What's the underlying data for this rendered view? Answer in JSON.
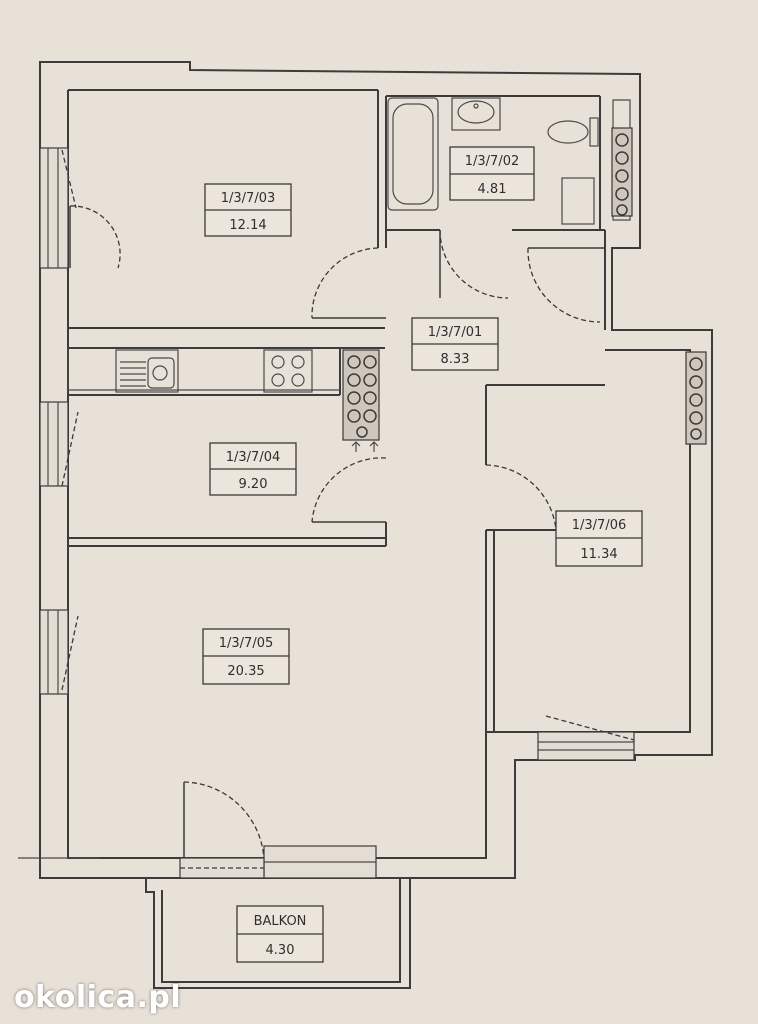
{
  "rooms": [
    {
      "id": "1/3/7/03",
      "area": "12.14"
    },
    {
      "id": "1/3/7/02",
      "area": "4.81"
    },
    {
      "id": "1/3/7/01",
      "area": "8.33"
    },
    {
      "id": "1/3/7/04",
      "area": "9.20"
    },
    {
      "id": "1/3/7/06",
      "area": "11.34"
    },
    {
      "id": "1/3/7/05",
      "area": "20.35"
    },
    {
      "id": "BALKON",
      "area": "4.30"
    }
  ],
  "watermark": "okolica.pl"
}
